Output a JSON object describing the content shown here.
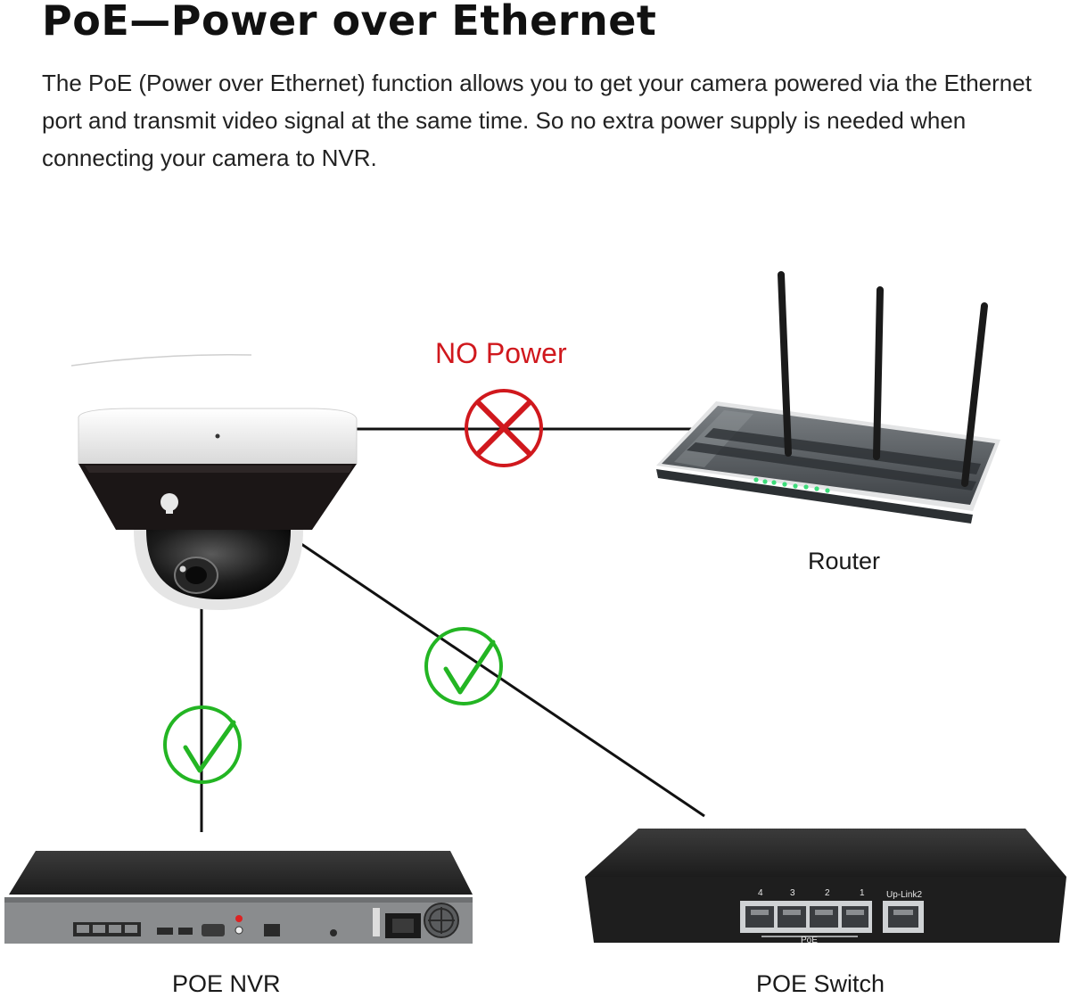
{
  "title": "PoE—Power over Ethernet",
  "intro": "The PoE (Power over Ethernet) function allows you to get your camera powered via the Ethernet port and transmit video signal at the same time. So no extra power supply is needed when connecting your camera to NVR.",
  "connections": {
    "camera_to_router": {
      "label": "NO Power",
      "status_icon": "cross-icon",
      "color": "#d0181d"
    },
    "camera_to_nvr": {
      "status_icon": "check-icon",
      "color": "#23b523"
    },
    "camera_to_switch": {
      "status_icon": "check-icon",
      "color": "#23b523"
    }
  },
  "devices": {
    "router": "Router",
    "nvr": "POE NVR",
    "switch": "POE Switch"
  },
  "switch_ports": {
    "numbers": [
      "4",
      "3",
      "2",
      "1"
    ],
    "uplink": "Up-Link2",
    "group_label": "PoE"
  }
}
